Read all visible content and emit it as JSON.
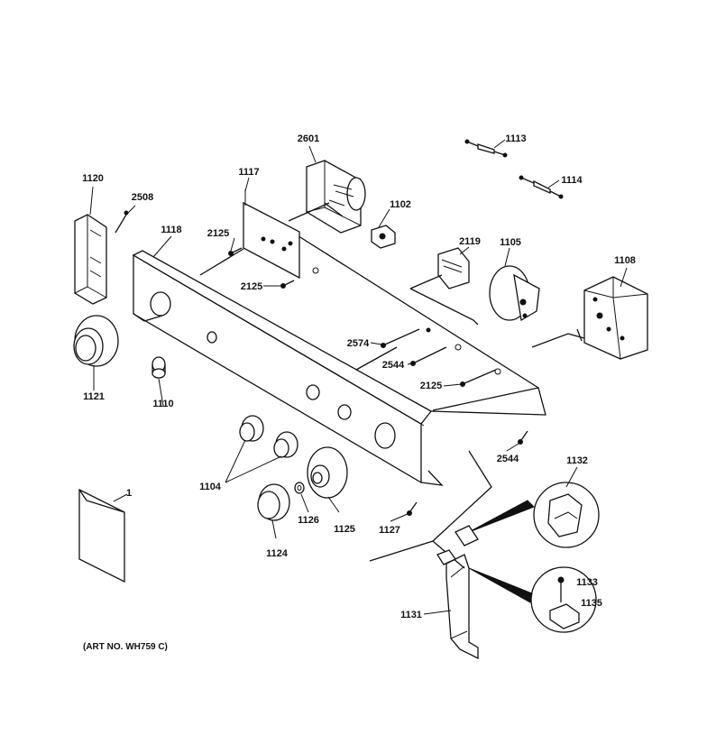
{
  "diagram": {
    "art_number": "(ART NO. WH759 C)",
    "part_labels": {
      "p1": "1",
      "p1102": "1102",
      "p1104": "1104",
      "p1105": "1105",
      "p1108": "1108",
      "p1110": "1110",
      "p1113": "1113",
      "p1114": "1114",
      "p1117": "1117",
      "p1118": "1118",
      "p1120": "1120",
      "p1121": "1121",
      "p1124": "1124",
      "p1125": "1125",
      "p1126": "1126",
      "p1127": "1127",
      "p1131": "1131",
      "p1132": "1132",
      "p1133": "1133",
      "p1135": "1135",
      "p2119": "2119",
      "p2125a": "2125",
      "p2125b": "2125",
      "p2125c": "2125",
      "p2508": "2508",
      "p2544a": "2544",
      "p2544b": "2544",
      "p2574": "2574",
      "p2601": "2601"
    }
  }
}
